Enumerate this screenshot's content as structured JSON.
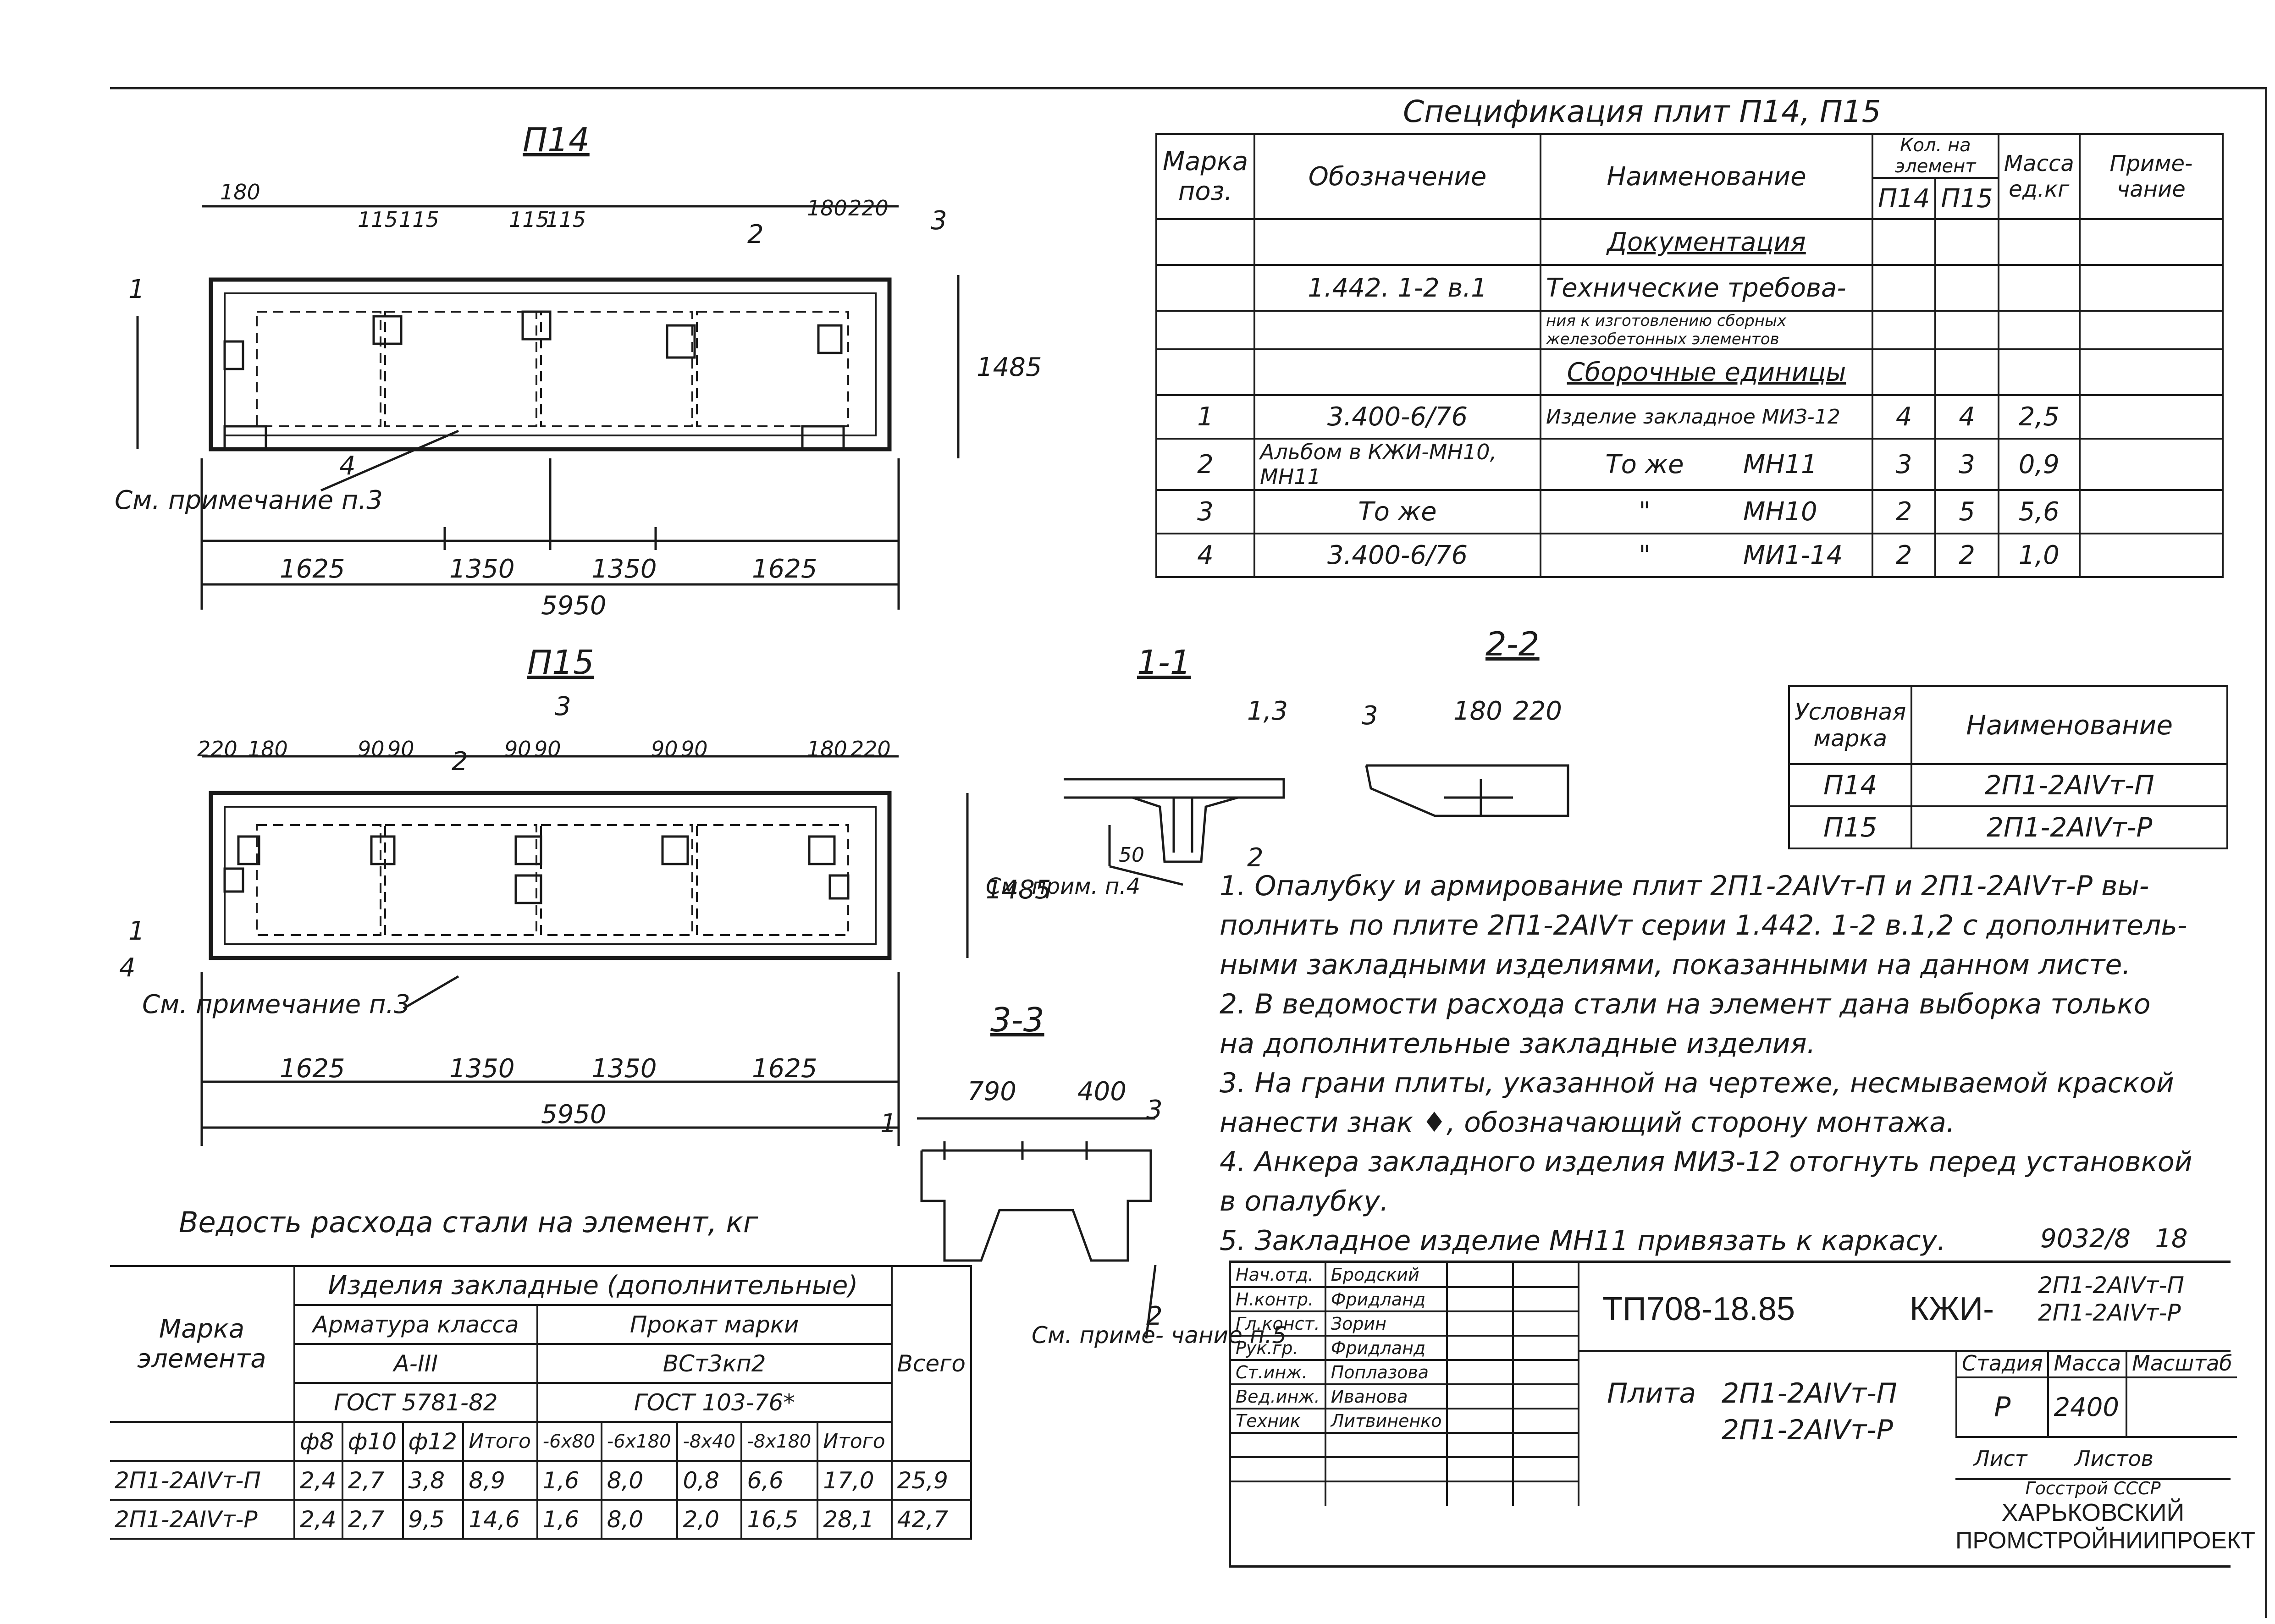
{
  "spec": {
    "title": "Спецификация плит П14, П15",
    "headers": {
      "pos": "Марка поз.",
      "designation": "Обозначение",
      "name": "Наименование",
      "qty": "Кол. на элемент",
      "p14": "П14",
      "p15": "П15",
      "mass": "Масса ед.кг",
      "note": "Приме- чание"
    },
    "documentation_title": "Документация",
    "doc_designation": "1.442. 1-2 в.1",
    "doc_name_1": "Технические требова-",
    "doc_name_2": "ния к изготовлению сборных железобетонных элементов",
    "assembly_title": "Сборочные единицы",
    "rows": [
      {
        "pos": "1",
        "designation": "3.400-6/76",
        "name": "Изделие закладное",
        "mark": "МИЗ-12",
        "p14": "4",
        "p15": "4",
        "mass": "2,5"
      },
      {
        "pos": "2",
        "designation": "Альбом в КЖИ-МН10, МН11",
        "name": "То же",
        "mark": "МН11",
        "p14": "3",
        "p15": "3",
        "mass": "0,9"
      },
      {
        "pos": "3",
        "designation": "То же",
        "name": "\"",
        "mark": "МН10",
        "p14": "2",
        "p15": "5",
        "mass": "5,6"
      },
      {
        "pos": "4",
        "designation": "3.400-6/76",
        "name": "\"",
        "mark": "МИ1-14",
        "p14": "2",
        "p15": "2",
        "mass": "1,0"
      }
    ]
  },
  "marks": {
    "header_mark": "Условная марка",
    "header_name": "Наименование",
    "rows": [
      {
        "mark": "П14",
        "name": "2П1-2АIVт-П"
      },
      {
        "mark": "П15",
        "name": "2П1-2АIVт-Р"
      }
    ]
  },
  "drawings": {
    "p14_title": "П14",
    "p15_title": "П15",
    "sec11": "1-1",
    "sec22": "2-2",
    "sec33": "3-3",
    "p14_dims": [
      "1625",
      "1350",
      "1350",
      "1625"
    ],
    "p14_total": "5950",
    "p14_height": "1485",
    "p15_dims": [
      "1625",
      "1350",
      "1350",
      "1625"
    ],
    "p15_total": "5950",
    "p15_height": "1485",
    "p14_top": [
      "180",
      "115",
      "115",
      "115",
      "115",
      "180",
      "220"
    ],
    "p15_top": [
      "220",
      "180",
      "90",
      "90",
      "90",
      "90",
      "90",
      "90",
      "180",
      "220"
    ],
    "note_ref_p14": "См. примечание п.3",
    "note_ref_p15": "См. примечание п.3",
    "note_ref_11": "См. прим. п.4",
    "note_ref_33": "См. приме- чание п.5",
    "sec11_label": "1,3",
    "sec11_dim": "50",
    "sec22_dims": [
      "180",
      "220"
    ],
    "sec33_dims": [
      "790",
      "400"
    ],
    "misc_labels": [
      "1",
      "2",
      "3",
      "4"
    ]
  },
  "notes": [
    "1. Опалубку и армирование плит 2П1-2АIVт-П и 2П1-2АIVт-Р вы-",
    "полнить по плите 2П1-2АIVт серии 1.442. 1-2 в.1,2 с дополнитель-",
    "ными закладными изделиями, показанными на данном листе.",
    "2. В ведомости расхода стали на элемент дана выборка только",
    "на дополнительные закладные изделия.",
    "3. На грани плиты, указанной на чертеже, несмываемой краской",
    "нанести знак ♦, обозначающий сторону монтажа.",
    "4. Анкера закладного изделия МИЗ-12 отогнуть перед установкой",
    "в опалубку.",
    "5. Закладное изделие МН11 привязать к каркасу."
  ],
  "steel": {
    "title": "Ведость расхода стали на элемент, кг",
    "h_mark": "Марка элемента",
    "h_items": "Изделия закладные (дополнительные)",
    "h_rebar": "Арматура класса",
    "h_rebar_class": "A-III",
    "h_rebar_gost": "ГОСТ 5781-82",
    "h_rolled": "Прокат марки",
    "h_rolled_class": "ВСт3кп2",
    "h_rolled_gost": "ГОСТ 103-76*",
    "h_total": "Всего",
    "cols": [
      "ф8",
      "ф10",
      "ф12",
      "Итого",
      "-6х80",
      "-6х180",
      "-8х40",
      "-8х180",
      "Итого"
    ],
    "rows": [
      {
        "mark": "2П1-2АIVт-П",
        "vals": [
          "2,4",
          "2,7",
          "3,8",
          "8,9",
          "1,6",
          "8,0",
          "0,8",
          "6,6",
          "17,0"
        ],
        "total": "25,9"
      },
      {
        "mark": "2П1-2АIVт-Р",
        "vals": [
          "2,4",
          "2,7",
          "9,5",
          "14,6",
          "1,6",
          "8,0",
          "2,0",
          "16,5",
          "28,1"
        ],
        "total": "42,7"
      }
    ]
  },
  "stamp": {
    "code": "ТП708-18.85",
    "sheet_code": "КЖИ-",
    "sheet_code_1": "2П1-2АIVт-П",
    "sheet_code_2": "2П1-2АIVт-Р",
    "doc_no": "9032/8",
    "sheet_no": "18",
    "product_title": "Плита",
    "product_1": "2П1-2АIVт-П",
    "product_2": "2П1-2АIVт-Р",
    "stage_h": "Стадия",
    "mass_h": "Масса",
    "scale_h": "Масштаб",
    "stage": "Р",
    "mass": "2400",
    "sheet_h": "Лист",
    "sheets_h": "Листов",
    "org_1": "Госстрой СССР",
    "org_2": "ХАРЬКОВСКИЙ",
    "org_3": "ПРОМСТРОЙНИИПРОЕКТ",
    "people": [
      {
        "role": "Нач.отд.",
        "name": "Бродский"
      },
      {
        "role": "Н.контр.",
        "name": "Фридланд"
      },
      {
        "role": "Гл.конст.",
        "name": "Зорин"
      },
      {
        "role": "Рук.гр.",
        "name": "Фридланд"
      },
      {
        "role": "Ст.инж.",
        "name": "Поплазова"
      },
      {
        "role": "Вед.инж.",
        "name": "Иванова"
      },
      {
        "role": "Техник",
        "name": "Литвиненко"
      }
    ]
  }
}
